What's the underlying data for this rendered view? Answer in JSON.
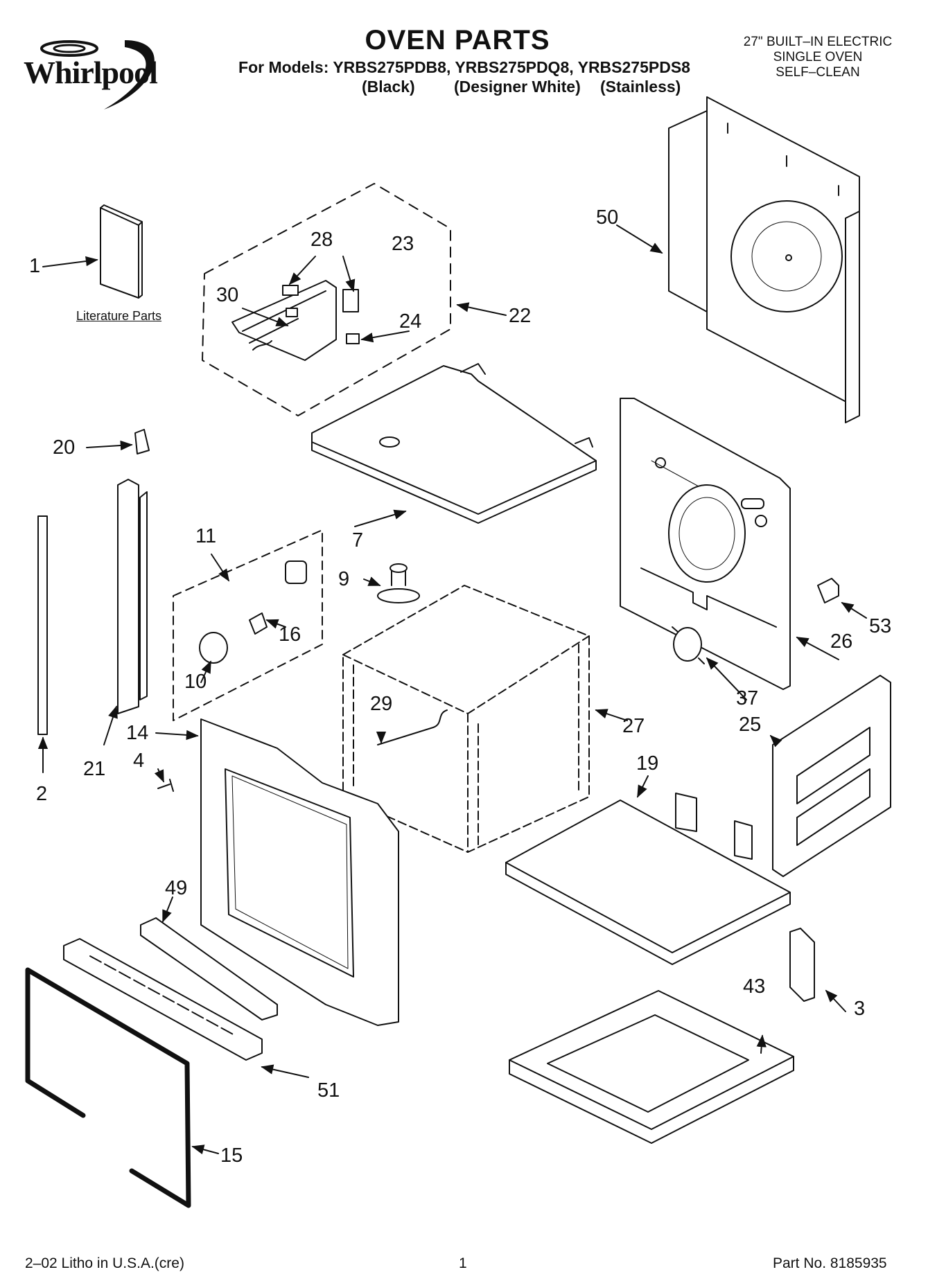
{
  "brand": "Whirlpool",
  "title": "OVEN PARTS",
  "models_line": "For Models: YRBS275PDB8, YRBS275PDQ8, YRBS275PDS8",
  "finishes": [
    "(Black)",
    "(Designer White)",
    "(Stainless)"
  ],
  "product": [
    "27\" BUILT–IN ELECTRIC",
    "SINGLE OVEN",
    "SELF–CLEAN"
  ],
  "literature_label": "Literature Parts",
  "callouts": {
    "c1": "1",
    "c2": "2",
    "c3": "3",
    "c4": "4",
    "c7": "7",
    "c9": "9",
    "c10": "10",
    "c11": "11",
    "c14": "14",
    "c15": "15",
    "c16": "16",
    "c19": "19",
    "c20": "20",
    "c21": "21",
    "c22": "22",
    "c23": "23",
    "c24": "24",
    "c25": "25",
    "c26": "26",
    "c27": "27",
    "c28": "28",
    "c29": "29",
    "c30": "30",
    "c37": "37",
    "c43": "43",
    "c49": "49",
    "c50": "50",
    "c51": "51",
    "c53": "53"
  },
  "footer": {
    "litho": "2–02 Litho in U.S.A.(cre)",
    "page": "1",
    "part_no": "Part No. 8185935"
  }
}
